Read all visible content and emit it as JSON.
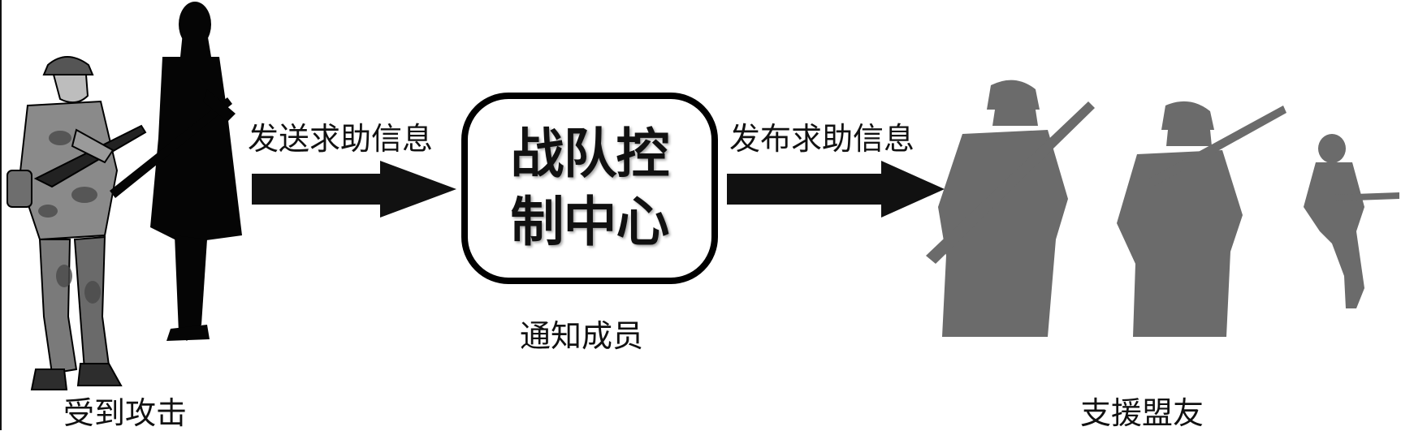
{
  "left_group": {
    "caption": "受到攻击"
  },
  "right_group": {
    "caption": "支援盟友"
  },
  "arrow_left": {
    "label": "发送求助信息"
  },
  "arrow_right": {
    "label": "发布求助信息"
  },
  "control_center": {
    "title": "战队控制中心",
    "caption": "通知成员"
  },
  "colors": {
    "ink": "#111111",
    "soldier_gray": "#6b6b6b",
    "silhouette_black": "#050505",
    "camo_mid": "#8a8a8a",
    "camo_dark": "#3c3c3c"
  }
}
